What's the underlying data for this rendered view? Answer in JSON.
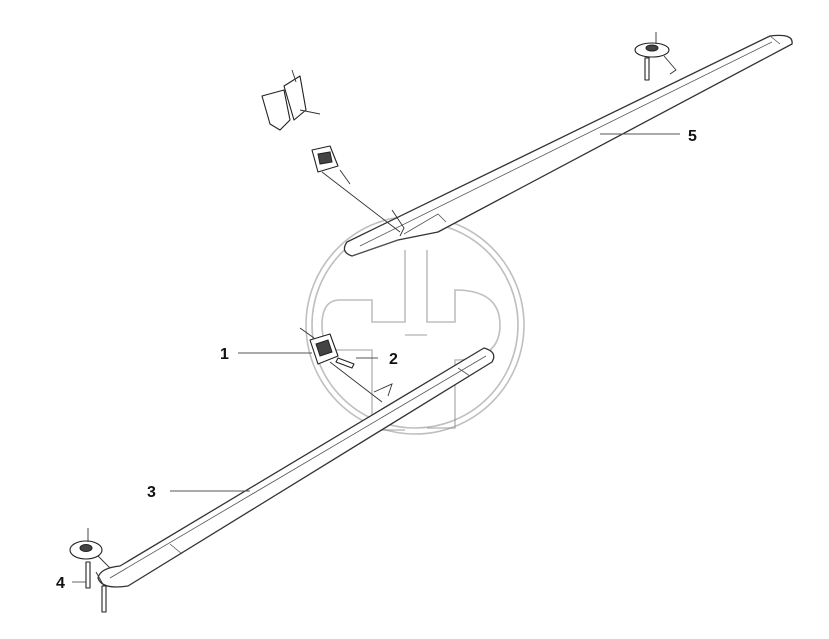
{
  "callouts": [
    {
      "id": "1",
      "label": "1"
    },
    {
      "id": "2",
      "label": "2"
    },
    {
      "id": "3",
      "label": "3"
    },
    {
      "id": "4",
      "label": "4"
    },
    {
      "id": "5",
      "label": "5"
    }
  ],
  "colors": {
    "line": "#333333",
    "watermark": "#8a8a8a",
    "background": "#ffffff"
  }
}
